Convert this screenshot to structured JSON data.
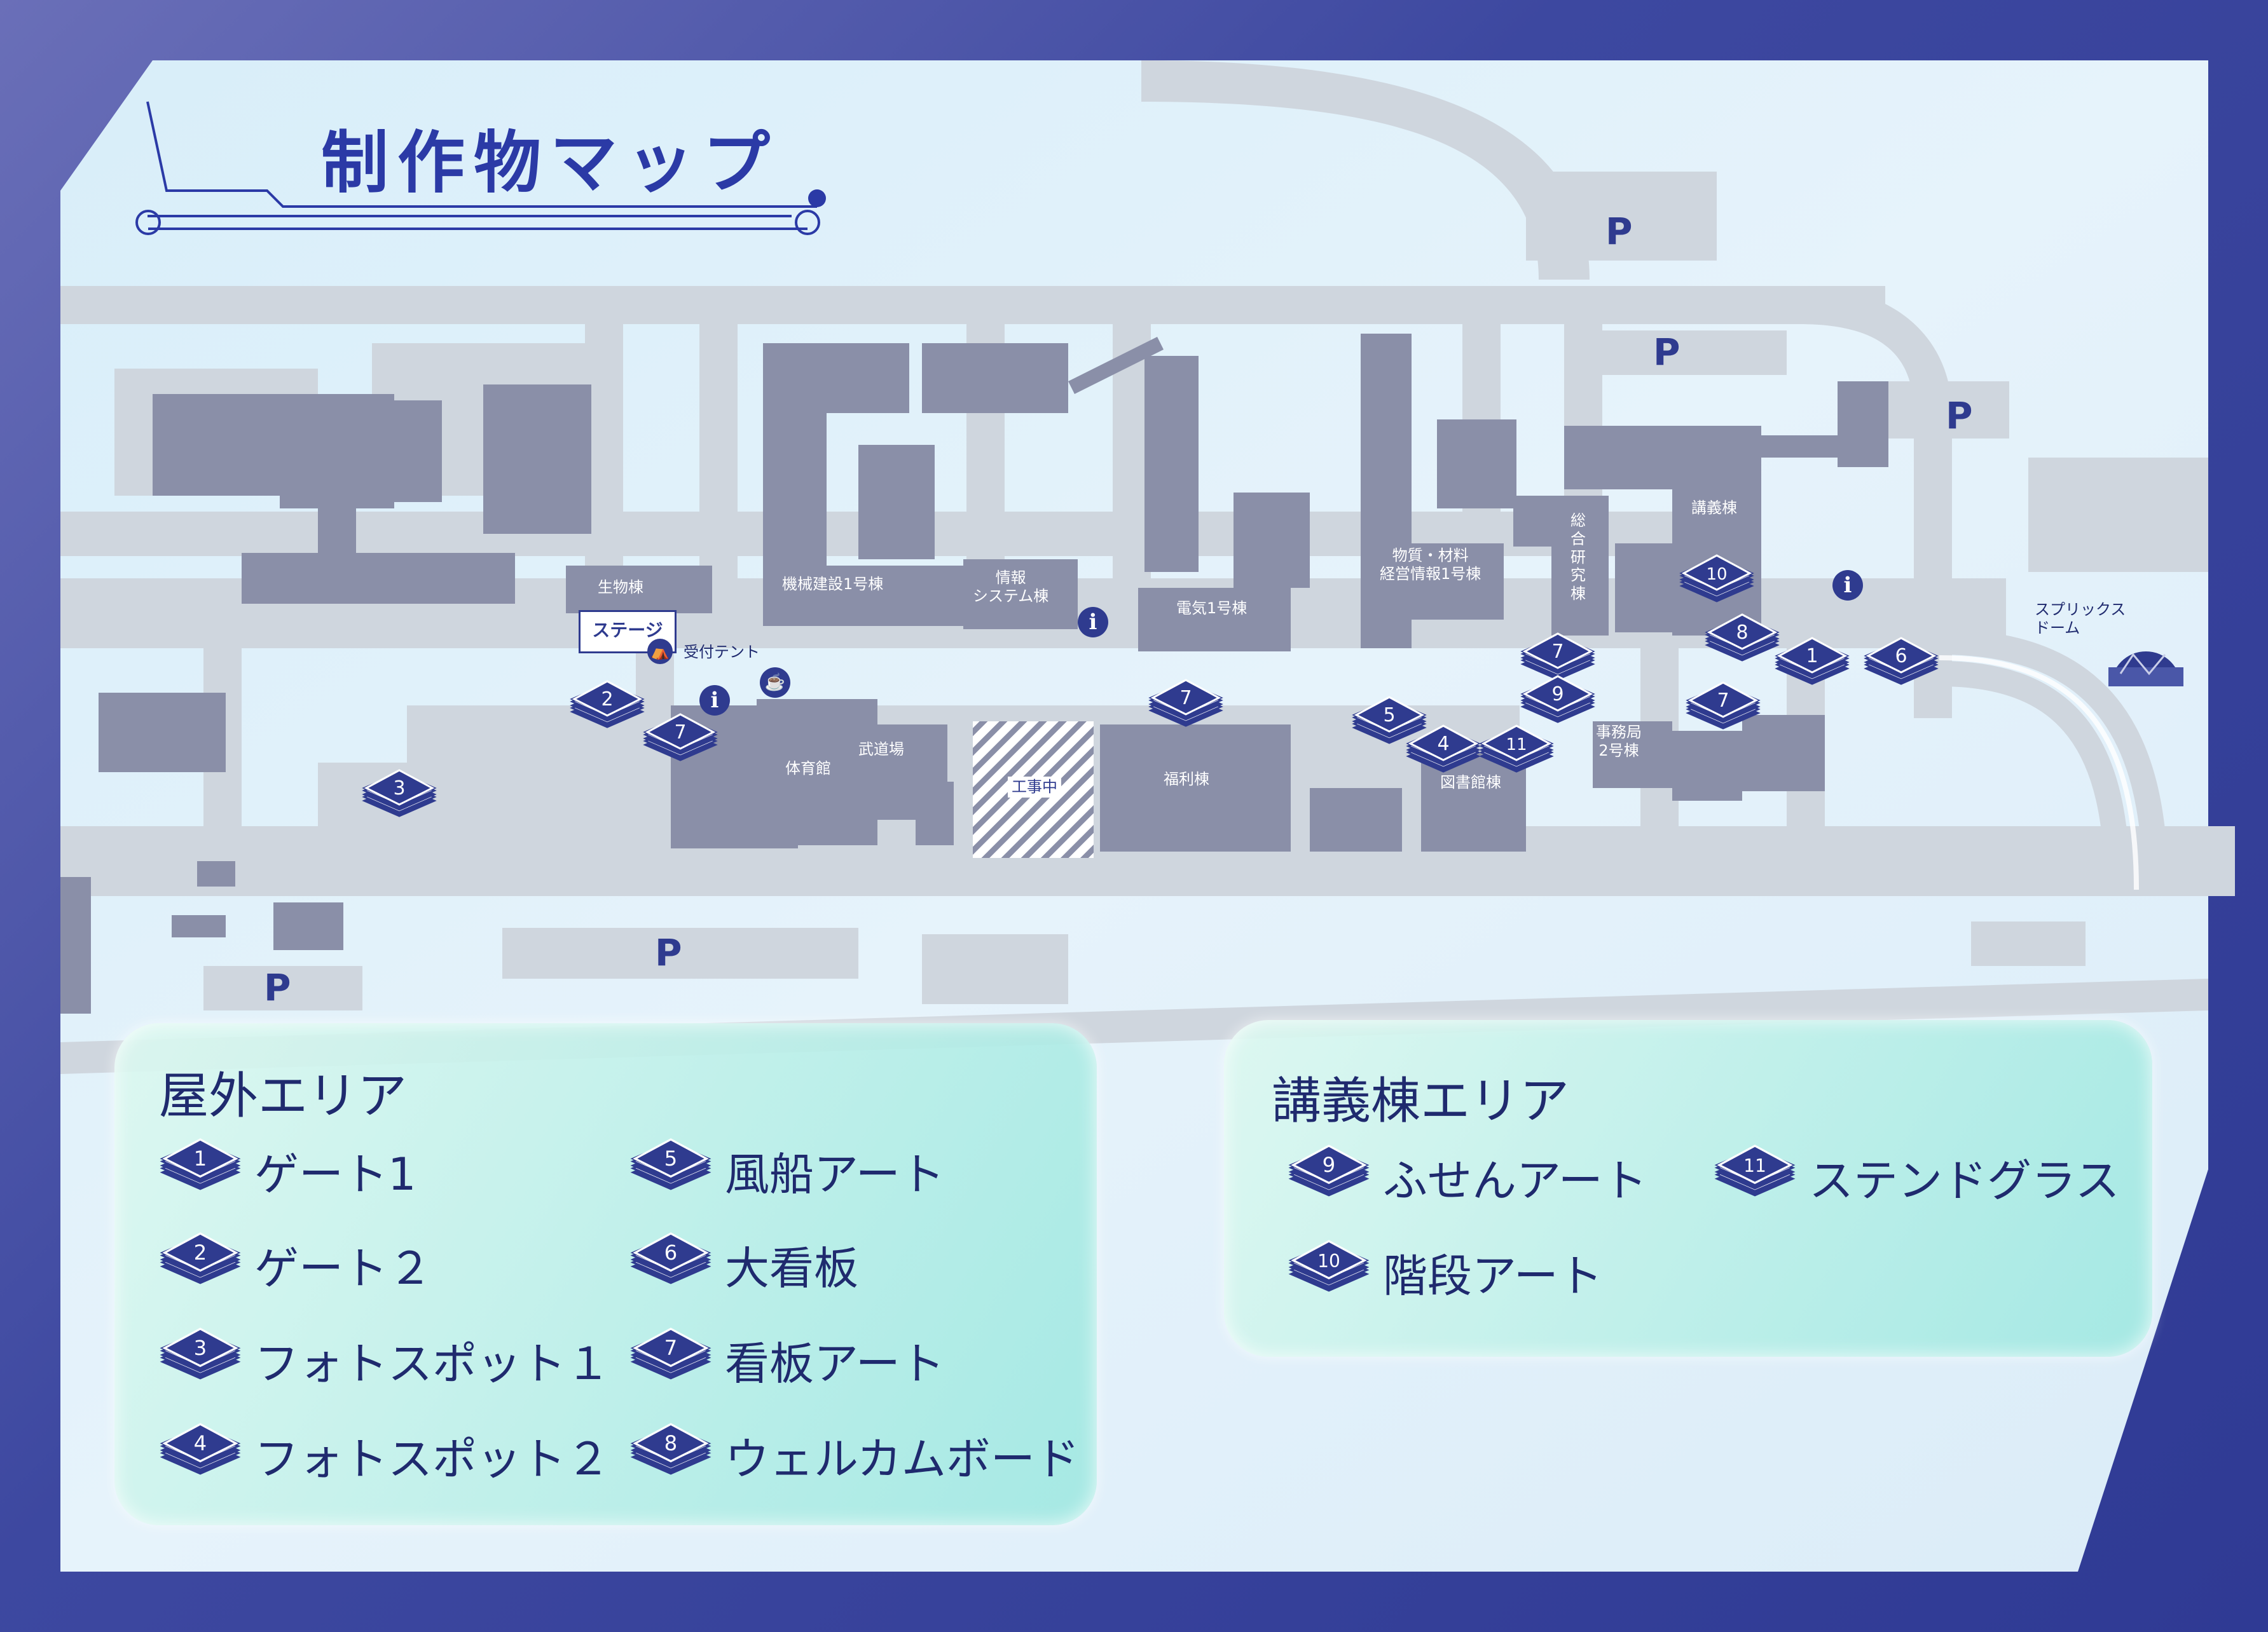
{
  "title": "制作物マップ",
  "colors": {
    "navy": "#2f3b8f",
    "building": "#8a8fa8",
    "road": "#cfd6de",
    "map_bg": "#dfeffa",
    "panel": "#b8efe6"
  },
  "buildings": {
    "seibutsu": "生物棟",
    "kikai": "機械建設1号棟",
    "joho": "情報\nシステム棟",
    "denki": "電気1号棟",
    "busshitsu": "物質・材料\n経営情報1号棟",
    "sogo": "総\n合\n研\n究\n棟",
    "kogi": "講義棟",
    "taiikukan": "体育館",
    "budojo": "武道場",
    "koji": "工事中",
    "fukuri": "福利棟",
    "toshokan": "図書館棟",
    "jimukyoku": "事務局\n2号棟",
    "splix": "スプリックス\nドーム"
  },
  "facilities": {
    "stage": "ステージ",
    "reception": "受付テント",
    "info_symbol": "i",
    "parking_symbol": "P"
  },
  "map_pins": [
    "1",
    "1",
    "2",
    "3",
    "4",
    "4",
    "6",
    "7",
    "7",
    "7",
    "7",
    "7",
    "8",
    "9",
    "10",
    "11"
  ],
  "legend": {
    "outdoor": {
      "title": "屋外エリア",
      "items": [
        {
          "num": "1",
          "label": "ゲート1"
        },
        {
          "num": "2",
          "label": "ゲート２"
        },
        {
          "num": "3",
          "label": "フォトスポット１"
        },
        {
          "num": "4",
          "label": "フォトスポット２"
        },
        {
          "num": "5",
          "label": "風船アート"
        },
        {
          "num": "6",
          "label": "大看板"
        },
        {
          "num": "7",
          "label": "看板アート"
        },
        {
          "num": "8",
          "label": "ウェルカムボード"
        }
      ]
    },
    "lecture": {
      "title": "講義棟エリア",
      "items": [
        {
          "num": "9",
          "label": "ふせんアート"
        },
        {
          "num": "10",
          "label": "階段アート"
        },
        {
          "num": "11",
          "label": "ステンドグラス"
        }
      ]
    }
  }
}
